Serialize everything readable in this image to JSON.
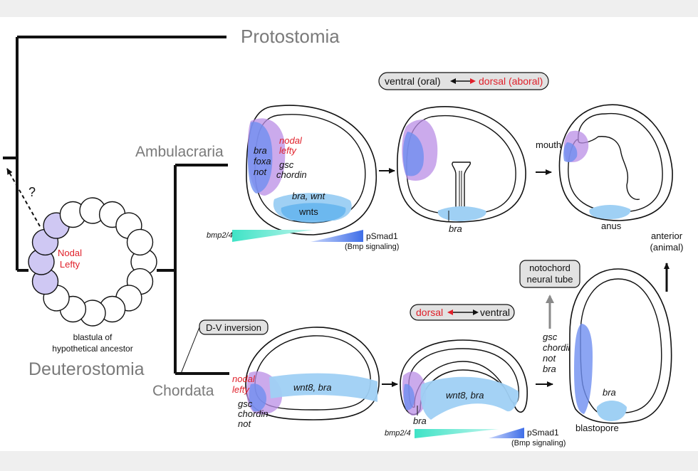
{
  "colors": {
    "red": "#e0202a",
    "gray_text": "#7a7a7a",
    "purple": "#b98ee6",
    "blue": "#6f8ff0",
    "lightblue": "#9fd0f4",
    "teal": "#3fe3c6",
    "pill_bg": "#e2e2e2"
  },
  "tree": {
    "protostomia": "Protostomia",
    "ambulacraria": "Ambulacraria",
    "chordata": "Chordata",
    "deuterostomia": "Deuterostomia",
    "question": "?"
  },
  "blastula": {
    "nodal": "Nodal",
    "lefty": "Lefty",
    "caption_line1": "blastula of",
    "caption_line2": "hypothetical ancestor"
  },
  "axis_top": {
    "ventral": "ventral (oral)",
    "dorsal": "dorsal (aboral)"
  },
  "axis_bottom": {
    "dorsal": "dorsal",
    "ventral": "ventral"
  },
  "dv_inversion": "D-V inversion",
  "amb_embryo1": {
    "bra": "bra",
    "foxa": "foxa",
    "not": "not",
    "nodal": "nodal",
    "lefty": "lefty",
    "gsc": "gsc",
    "chordin": "chordin",
    "bra_wnt": "bra, wnt",
    "wnts": "wnts"
  },
  "amb_gradient": {
    "bmp": "bmp2/4",
    "psmad": "pSmad1",
    "bmp_sig": "(Bmp signaling)"
  },
  "amb_embryo2": {
    "bra": "bra"
  },
  "amb_embryo3": {
    "mouth": "mouth",
    "anus": "anus"
  },
  "ch_embryo1": {
    "nodal": "nodal",
    "lefty": "lefty",
    "gsc": "gsc",
    "chordin": "chordin",
    "not": "not",
    "wnt8_bra": "wnt8, bra"
  },
  "ch_embryo2": {
    "wnt8_bra": "wnt8, bra",
    "bra": "bra"
  },
  "ch_gradient": {
    "bmp": "bmp2/4",
    "psmad": "pSmad1",
    "bmp_sig": "(Bmp signaling)"
  },
  "notochord": {
    "line1": "notochord",
    "line2": "neural tube"
  },
  "ch_genes": {
    "gsc": "gsc",
    "chordin": "chordin",
    "not": "not",
    "bra": "bra"
  },
  "ch_embryo3": {
    "bra": "bra",
    "blastopore": "blastopore"
  },
  "anterior": {
    "line1": "anterior",
    "line2": "(animal)"
  }
}
